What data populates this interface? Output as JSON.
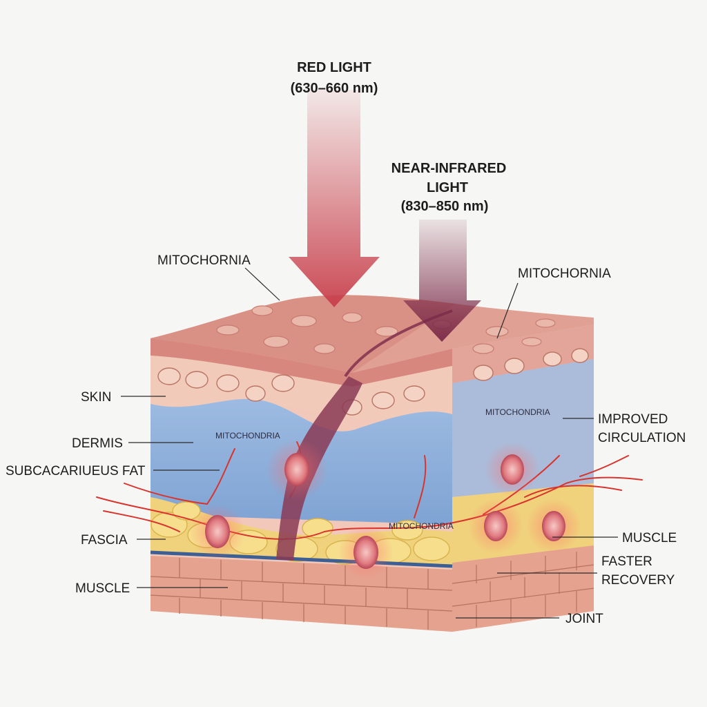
{
  "title_red": [
    "RED LIGHT",
    "(630–660 nm)"
  ],
  "title_nir": [
    "NEAR-INFRARED",
    "LIGHT",
    "(830–850 nm)"
  ],
  "labels": {
    "mito_top_left": "MITOCHORNIA",
    "mito_top_right": "MITOCHORNIA",
    "skin": "SKIN",
    "dermis": "DERMIS",
    "subcutaneous": "SUBCACARIUEUS FAT",
    "fascia": "FASCIA",
    "muscle_left": "MUSCLE",
    "improved": [
      "IMPROVED",
      "CIRCULATION"
    ],
    "muscle_right": "MUSCLE",
    "faster": [
      "FASTER",
      "RECOVERY"
    ],
    "joint": "JOINT",
    "mito_inner_1": "MITOCHONDRIA",
    "mito_inner_2": "MITOCHONDRIA",
    "mito_inner_3": "MITOCHONDRIA"
  },
  "colors": {
    "red_light": "#c8404c",
    "nir_light": "#7a2a48",
    "skin": "#e4a59b",
    "dermis": "#f1c6b8",
    "fat": "#f1d27a",
    "blue_tissue": "#8fb1dc",
    "vessel": "#d9332d",
    "muscle": "#e3a08e"
  }
}
